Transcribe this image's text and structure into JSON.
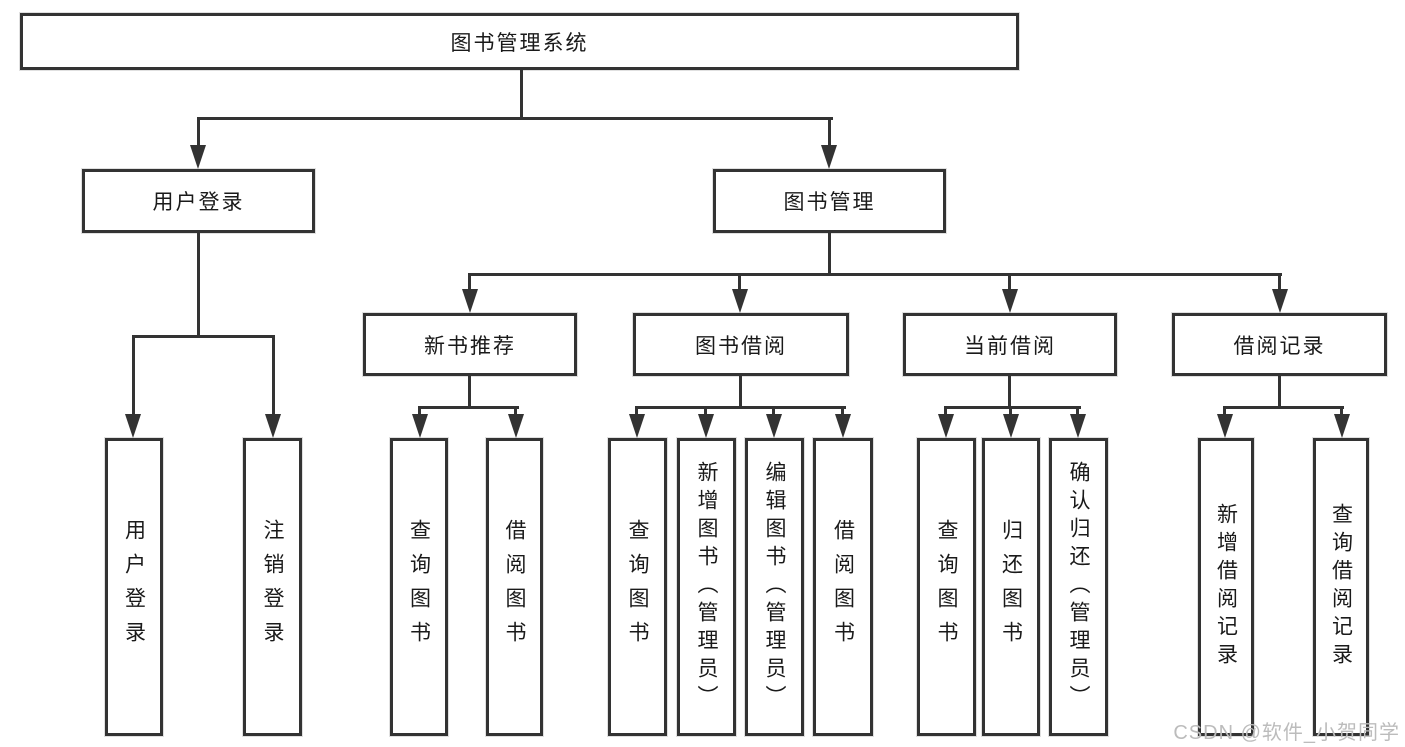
{
  "diagram": {
    "type": "hierarchy-tree",
    "root": {
      "label": "图书管理系统"
    },
    "branches": [
      {
        "label": "用户登录",
        "children": [
          {
            "label": "用户登录"
          },
          {
            "label": "注销登录"
          }
        ]
      },
      {
        "label": "图书管理",
        "groups": [
          {
            "label": "新书推荐",
            "children": [
              {
                "label": "查询图书"
              },
              {
                "label": "借阅图书"
              }
            ]
          },
          {
            "label": "图书借阅",
            "children": [
              {
                "label": "查询图书"
              },
              {
                "label": "新增图书（管理员）"
              },
              {
                "label": "编辑图书（管理员）"
              },
              {
                "label": "借阅图书"
              }
            ]
          },
          {
            "label": "当前借阅",
            "children": [
              {
                "label": "查询图书"
              },
              {
                "label": "归还图书"
              },
              {
                "label": "确认归还（管理员）"
              }
            ]
          },
          {
            "label": "借阅记录",
            "children": [
              {
                "label": "新增借阅记录"
              },
              {
                "label": "查询借阅记录"
              }
            ]
          }
        ]
      }
    ],
    "watermark": "CSDN @软件_小贺同学",
    "colors": {
      "line": "#333333",
      "text": "#1a1a1a",
      "background": "#ffffff",
      "watermark": "#bcbcbc"
    }
  }
}
